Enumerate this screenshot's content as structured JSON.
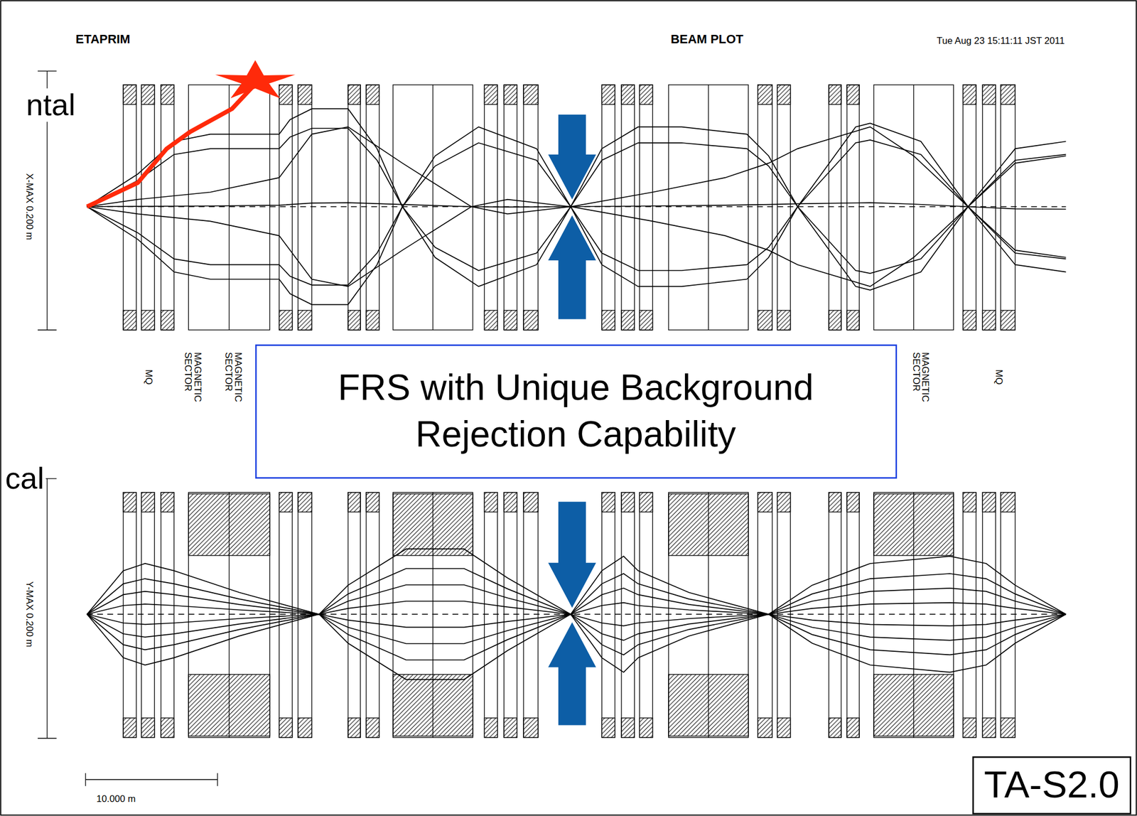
{
  "diagram": {
    "nodes": [
      {
        "text": [
          "FRS with Unique Background Rejection Capability"
        ]
      },
      {
        "text": [
          "TA-S2.0"
        ]
      }
    ],
    "labels": [
      "ETAPRIM",
      "BEAM PLOT",
      "Tue Aug 23 15:11:11 JST 2011",
      "ntal",
      "X-MAX 0.200 m",
      "MQ",
      "MAGNETIC SECTOR",
      "MAGNETIC SECTOR",
      "MAGNETIC SECTOR",
      "MQ",
      "cal",
      "Y-MAX 0.200 m",
      "10.000 m"
    ]
  }
}
